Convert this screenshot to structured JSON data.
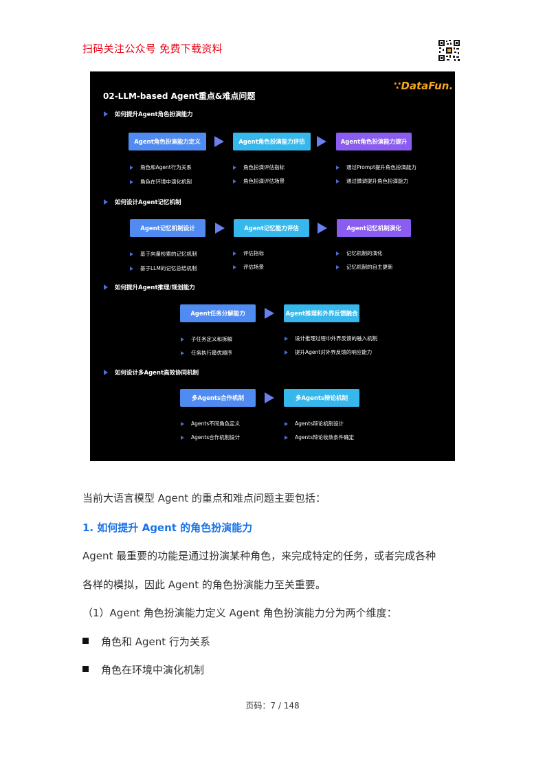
{
  "header": {
    "note": "扫码关注公众号  免费下载资料",
    "qr_icon": "qr-code-icon"
  },
  "figure": {
    "title": "02-LLM-based Agent重点&难点问题",
    "logo": "DataFun.",
    "sections": [
      {
        "heading": "如何提升Agent角色扮演能力",
        "boxes": [
          "Agent角色扮演能力定义",
          "Agent角色扮演能力评估",
          "Agent角色扮演能力提升"
        ],
        "bullets": [
          [
            "角色和Agent行为关系",
            "角色在环境中演化机制"
          ],
          [
            "角色扮演评估指标",
            "角色扮演评估场景"
          ],
          [
            "通过Prompt提升角色扮演能力",
            "通过微调提升角色扮演能力"
          ]
        ]
      },
      {
        "heading": "如何设计Agent记忆机制",
        "boxes": [
          "Agent记忆机制设计",
          "Agent记忆能力评估",
          "Agent记忆机制演化"
        ],
        "bullets": [
          [
            "基于向量检索的记忆机制",
            "基于LLM的记忆总结机制"
          ],
          [
            "评估指标",
            "评估场景"
          ],
          [
            "记忆机制的演化",
            "记忆机制的自主更新"
          ]
        ]
      },
      {
        "heading": "如何提升Agent推理/规划能力",
        "boxes": [
          "Agent任务分解能力",
          "Agent推理和外界反馈融合"
        ],
        "bullets": [
          [
            "子任务定义和拆解",
            "任务执行最优顺序"
          ],
          [
            "设计推理过程中外界反馈的融入机制",
            "提升Agent对外界反馈的响应能力"
          ]
        ]
      },
      {
        "heading": "如何设计多Agent高效协同机制",
        "boxes": [
          "多Agents合作机制",
          "多Agents辩论机制"
        ],
        "bullets": [
          [
            "Agents不同角色定义",
            "Agents合作机制设计"
          ],
          [
            "Agents辩论机制设计",
            "Agents辩论收敛条件确定"
          ]
        ]
      }
    ]
  },
  "body": {
    "intro": "当前大语言模型  Agent  的重点和难点问题主要包括：",
    "heading1": "1. 如何提升  Agent  的角色扮演能力",
    "para1_line1": "Agent  最重要的功能是通过扮演某种角色，来完成特定的任务，或者完成各种",
    "para1_line2": "各样的模拟，因此  Agent  的角色扮演能力至关重要。",
    "para2": "（1）Agent  角色扮演能力定义 Agent  角色扮演能力分为两个维度：",
    "list": [
      "角色和  Agent  行为关系",
      "角色在环境中演化机制"
    ]
  },
  "footer": {
    "page": "页码：7 / 148"
  }
}
